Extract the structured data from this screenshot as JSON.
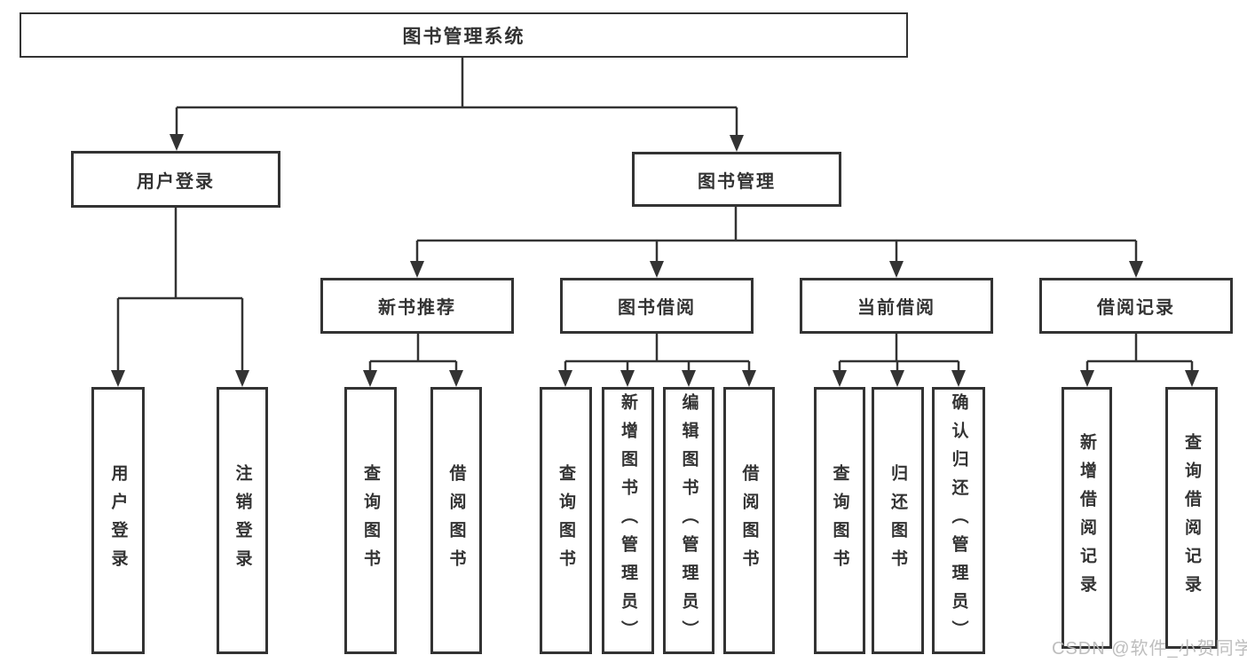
{
  "diagram": {
    "root": {
      "label": "图书管理系统"
    },
    "level2": [
      {
        "id": "user-login",
        "label": "用户登录"
      },
      {
        "id": "book-management",
        "label": "图书管理"
      }
    ],
    "level3": [
      {
        "id": "new-book-recommend",
        "label": "新书推荐"
      },
      {
        "id": "book-borrow",
        "label": "图书借阅"
      },
      {
        "id": "current-borrow",
        "label": "当前借阅"
      },
      {
        "id": "borrow-records",
        "label": "借阅记录"
      }
    ],
    "leaves": [
      {
        "id": "user-login",
        "label": "用户登录"
      },
      {
        "id": "logout-login",
        "label": "注销登录"
      },
      {
        "id": "nb-query-books",
        "label": "查询图书"
      },
      {
        "id": "nb-borrow-books",
        "label": "借阅图书"
      },
      {
        "id": "bb-query-books",
        "label": "查询图书"
      },
      {
        "id": "bb-add-book-admin",
        "label": "新增图书（管理员）"
      },
      {
        "id": "bb-edit-book-admin",
        "label": "编辑图书（管理员）"
      },
      {
        "id": "bb-borrow-books",
        "label": "借阅图书"
      },
      {
        "id": "cb-query-books",
        "label": "查询图书"
      },
      {
        "id": "cb-return-books",
        "label": "归还图书"
      },
      {
        "id": "cb-confirm-return-admin",
        "label": "确认归还（管理员）"
      },
      {
        "id": "br-add-borrow-record",
        "label": "新增借阅记录"
      },
      {
        "id": "br-query-borrow-record",
        "label": "查询借阅记录"
      }
    ]
  },
  "watermark": {
    "text": "CSDN @软件_小贺同学"
  },
  "colors": {
    "line": "#333333",
    "text": "#333333",
    "watermark": "#bbbbbb",
    "background": "#ffffff"
  }
}
